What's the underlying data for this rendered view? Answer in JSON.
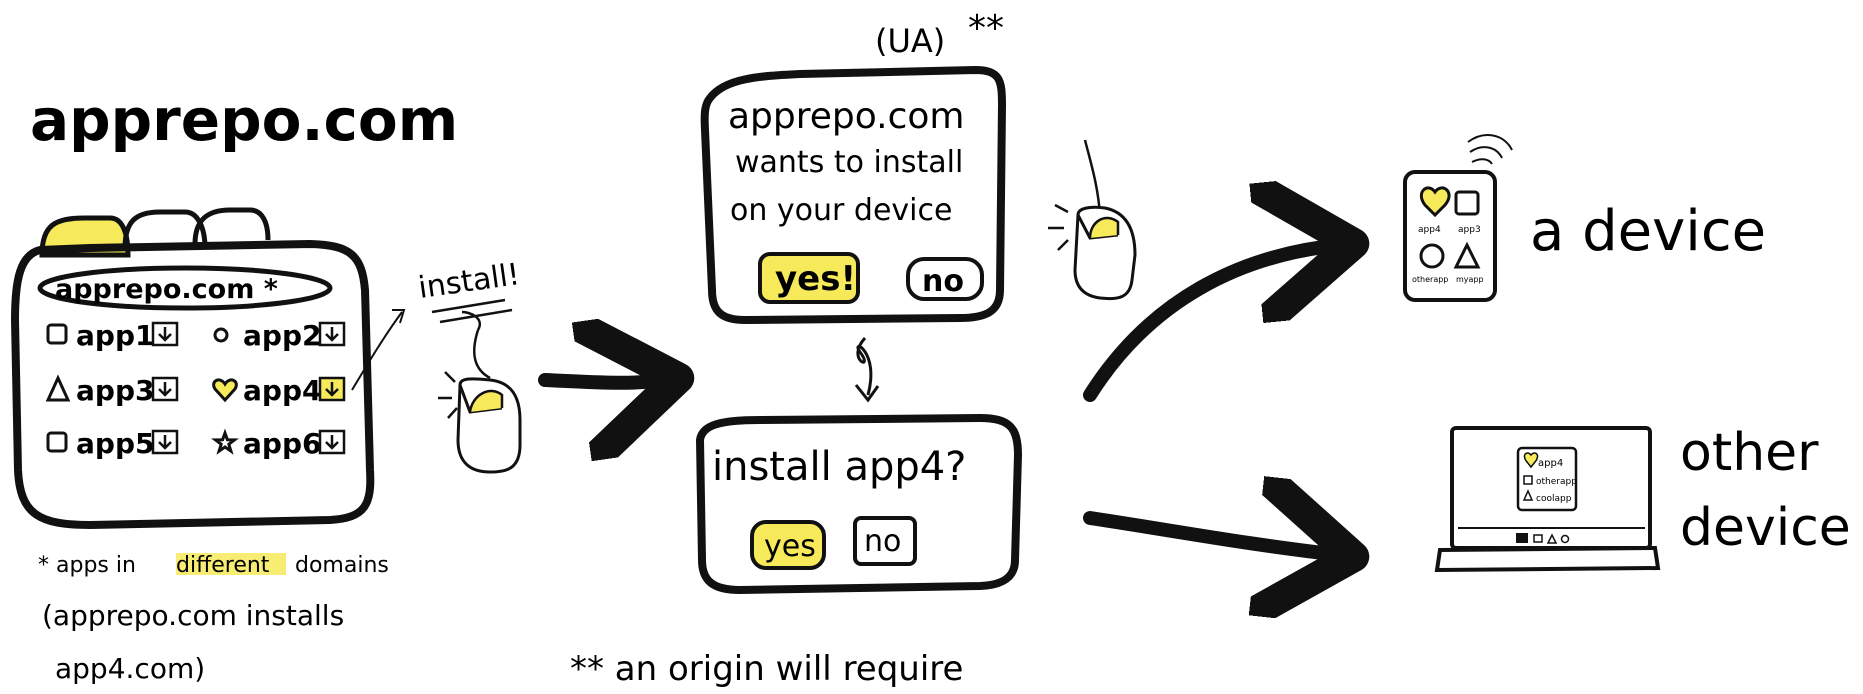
{
  "site": {
    "title": "apprepo.com",
    "url_bar": "apprepo.com *",
    "apps": [
      {
        "label": "app1",
        "icon": "square-icon"
      },
      {
        "label": "app2",
        "icon": "circle-icon"
      },
      {
        "label": "app3",
        "icon": "triangle-icon"
      },
      {
        "label": "app4",
        "icon": "heart-icon"
      },
      {
        "label": "app5",
        "icon": "square-icon"
      },
      {
        "label": "app6",
        "icon": "star-icon"
      }
    ],
    "footnote_prefix": "* apps in",
    "footnote_highlight": "different",
    "footnote_suffix": "domains",
    "footnote_line2": "(apprepo.com installs",
    "footnote_line3": "app4.com)"
  },
  "install_label": "install!",
  "ua": {
    "label": "(UA)",
    "stars": "**",
    "dialog1": {
      "line1": "apprepo.com",
      "line2": "wants to install",
      "line3": "on your device",
      "yes": "yes!",
      "no": "no"
    },
    "dialog2": {
      "title": "install app4?",
      "yes": "yes",
      "no": "no"
    }
  },
  "bottom_note": "** an origin will require",
  "targets": {
    "device": {
      "label": "a device",
      "apps": [
        "app4",
        "app3",
        "otherapp",
        "myapp"
      ]
    },
    "other_device": {
      "label_line1": "other",
      "label_line2": "device",
      "apps": [
        "app4",
        "otherapp",
        "coolapp"
      ]
    }
  },
  "colors": {
    "ink": "#111111",
    "highlight": "#f7ea5a"
  }
}
